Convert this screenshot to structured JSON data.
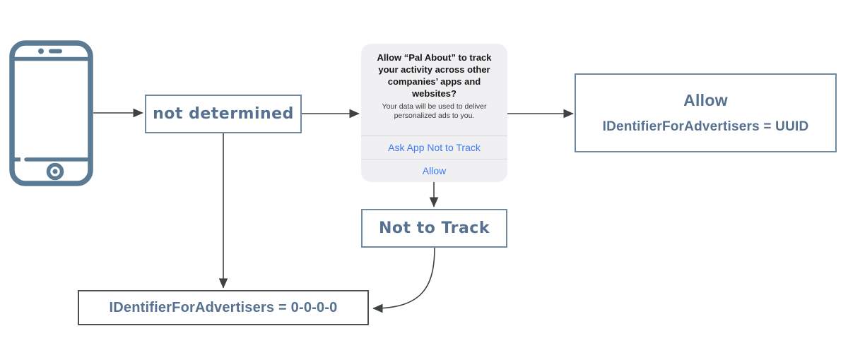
{
  "diagram": {
    "phone": {
      "icon": "smartphone-icon"
    },
    "nodes": {
      "not_determined": {
        "label": "not determined"
      },
      "allow_result": {
        "title": "Allow",
        "detail": "IDentifierForAdvertisers = UUID"
      },
      "not_to_track": {
        "label": "Not to Track"
      },
      "idfa_zero": {
        "label": "IDentifierForAdvertisers = 0-0-0-0"
      }
    },
    "dialog": {
      "title": "Allow “Pal About” to track your activity across other companies’ apps and websites?",
      "subtitle": "Your data will be used to deliver personalized ads to you.",
      "buttons": [
        {
          "label": "Ask App Not to Track"
        },
        {
          "label": "Allow"
        }
      ]
    },
    "colors": {
      "slate_accent": "#5b7a94",
      "box_border": "#6f8aa0",
      "box_text": "#567190",
      "dark_border": "#4e4e4e",
      "ios_blue": "#3b7cf6",
      "dialog_bg": "#f0f0f2",
      "arrow": "#3f4245"
    }
  }
}
